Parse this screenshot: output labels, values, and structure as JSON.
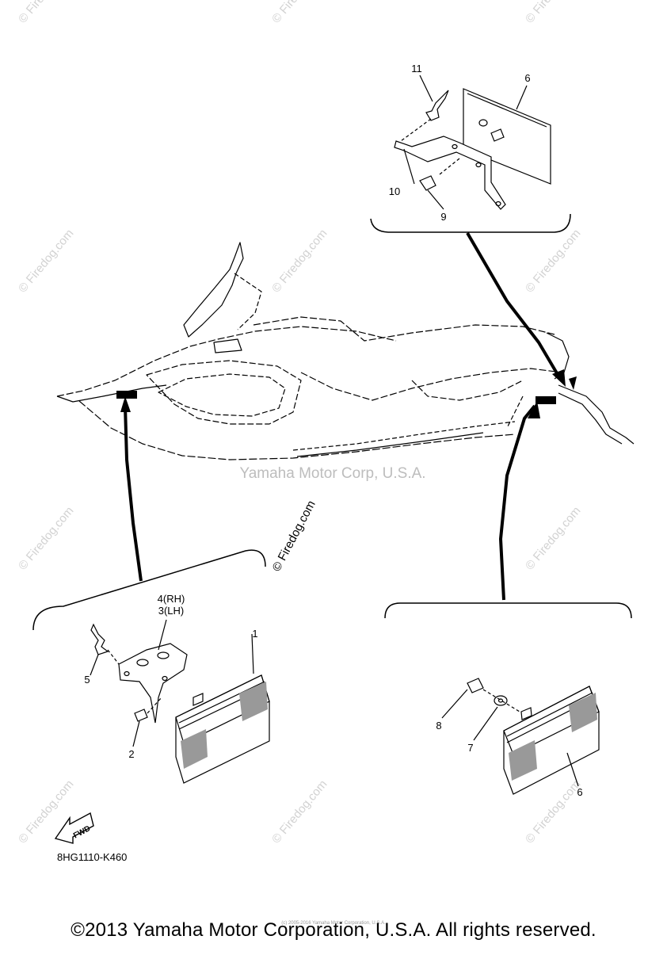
{
  "diagram": {
    "center_watermark": "Yamaha Motor Corp, U.S.A.",
    "firedog_watermark": "© Firedog.com",
    "part_code": "8HG1110-K460",
    "fwd_label": "FWD",
    "callouts": {
      "c1": "1",
      "c2": "2",
      "c3lh": "3(LH)",
      "c4rh": "4(RH)",
      "c5": "5",
      "c6_top": "6",
      "c6_bottom": "6",
      "c7": "7",
      "c8": "8",
      "c9": "9",
      "c10": "10",
      "c11": "11"
    }
  },
  "footer": {
    "copyright": "©2013 Yamaha Motor Corporation, U.S.A. All rights reserved.",
    "small_print": "(c) 2005-2016 Yamaha Motor Corporation, U.S.A."
  },
  "colors": {
    "line": "#000000",
    "watermark": "#d2d2d2"
  }
}
